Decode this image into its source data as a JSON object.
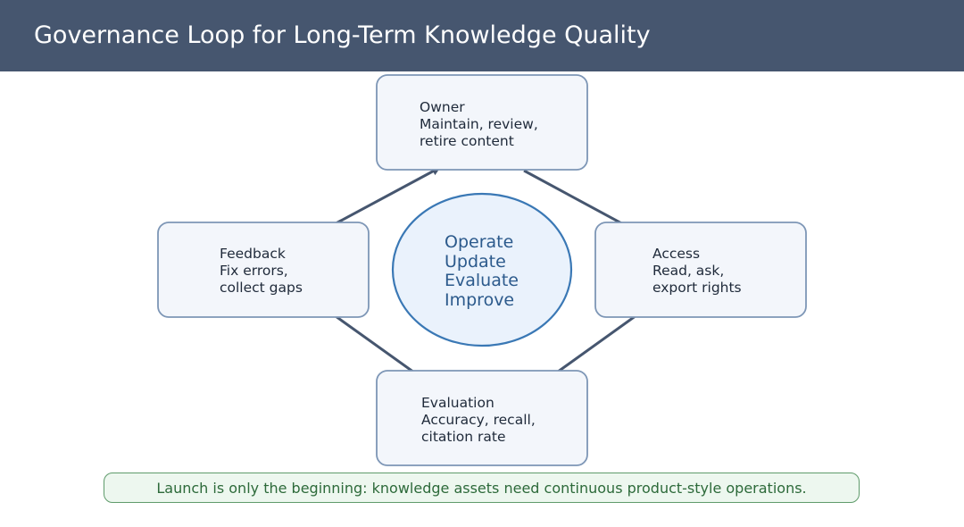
{
  "header": {
    "title": "Governance Loop for Long-Term Knowledge Quality"
  },
  "center": {
    "lines": [
      "Operate",
      "Update",
      "Evaluate",
      "Improve"
    ]
  },
  "nodes": {
    "owner": {
      "title": "Owner",
      "lines": [
        "Maintain, review,",
        "retire content"
      ]
    },
    "access": {
      "title": "Access",
      "lines": [
        "Read, ask,",
        "export rights"
      ]
    },
    "evaluation": {
      "title": "Evaluation",
      "lines": [
        "Accuracy, recall,",
        "citation rate"
      ]
    },
    "feedback": {
      "title": "Feedback",
      "lines": [
        "Fix errors,",
        "collect gaps"
      ]
    }
  },
  "footer": {
    "note": "Launch is only the beginning: knowledge assets need continuous product-style operations."
  },
  "colors": {
    "header_bg": "#46566f",
    "node_fill": "#f3f6fb",
    "node_stroke": "#7d96b6",
    "center_fill": "#eaf2fc",
    "center_stroke": "#3a78b5",
    "arrow": "#46566f",
    "note_fill": "#edf7ef",
    "note_stroke": "#5f9b6b",
    "note_text": "#2d6a3a"
  }
}
